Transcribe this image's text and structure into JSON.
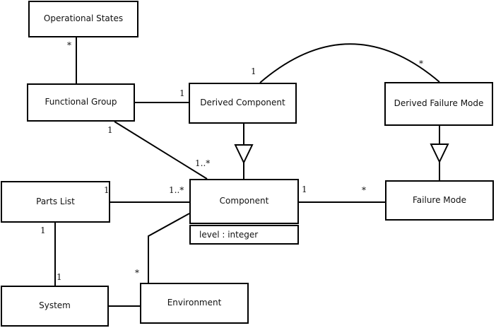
{
  "diagram": {
    "type": "uml-class-diagram",
    "classes": {
      "operational_states": {
        "name": "Operational States"
      },
      "functional_group": {
        "name": "Functional Group"
      },
      "derived_component": {
        "name": "Derived Component"
      },
      "derived_failure_mode": {
        "name": "Derived Failure Mode"
      },
      "parts_list": {
        "name": "Parts List"
      },
      "component": {
        "name": "Component",
        "attributes": [
          "level : integer"
        ]
      },
      "failure_mode": {
        "name": "Failure Mode"
      },
      "system": {
        "name": "System"
      },
      "environment": {
        "name": "Environment"
      }
    },
    "edges": {
      "os_fg": {
        "from": "Operational States",
        "to": "Functional Group",
        "kind": "association",
        "end_label": "*"
      },
      "fg_dc": {
        "from": "Functional Group",
        "to": "Derived Component",
        "kind": "association",
        "end_label": "1"
      },
      "fg_comp": {
        "from": "Functional Group",
        "to": "Component",
        "kind": "association",
        "start_label": "1",
        "end_label": "1..*"
      },
      "dc_dfm": {
        "from": "Derived Component",
        "to": "Derived Failure Mode",
        "kind": "association-arc",
        "start_label": "1",
        "end_label": "*"
      },
      "dc_comp": {
        "from": "Derived Component",
        "to": "Component",
        "kind": "generalization"
      },
      "dfm_fm": {
        "from": "Derived Failure Mode",
        "to": "Failure Mode",
        "kind": "generalization"
      },
      "pl_comp": {
        "from": "Parts List",
        "to": "Component",
        "kind": "association",
        "start_label": "1",
        "end_label": "1..*"
      },
      "comp_fm": {
        "from": "Component",
        "to": "Failure Mode",
        "kind": "association",
        "start_label": "1",
        "end_label": "*"
      },
      "pl_sys": {
        "from": "Parts List",
        "to": "System",
        "kind": "association",
        "start_label": "1",
        "end_label": "1"
      },
      "sys_env": {
        "from": "System",
        "to": "Environment",
        "kind": "association"
      },
      "env_comp": {
        "from": "Environment",
        "to": "Component",
        "kind": "association",
        "start_label": "*"
      }
    },
    "colors": {
      "background": "#ffffff",
      "line": "#000000",
      "box_fill": "#ffffff",
      "text": "#111111"
    }
  }
}
